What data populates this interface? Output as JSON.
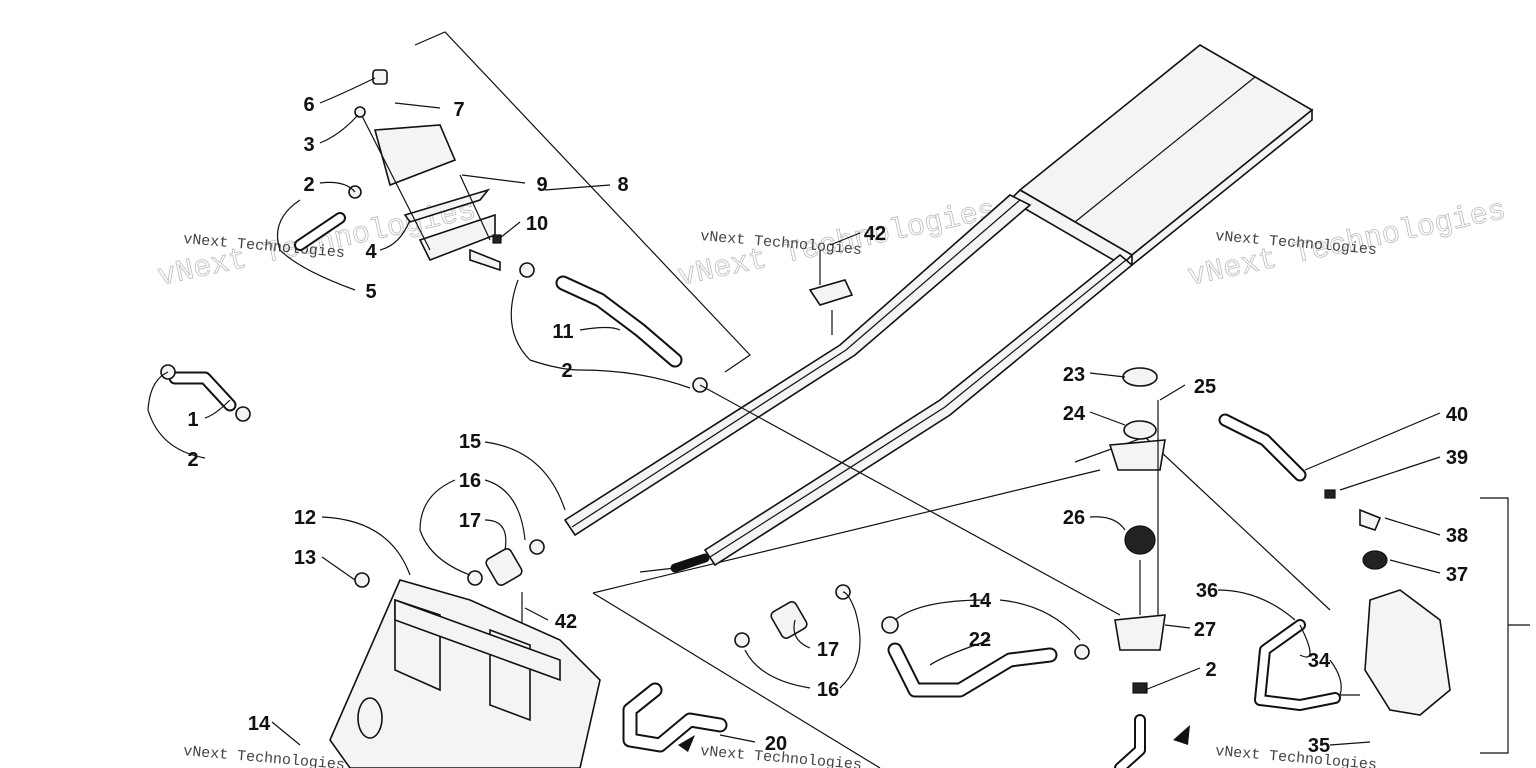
{
  "diagram": {
    "watermark": "vNext Technologies",
    "callouts": [
      {
        "id": "c6",
        "label": "6"
      },
      {
        "id": "c7",
        "label": "7"
      },
      {
        "id": "c3",
        "label": "3"
      },
      {
        "id": "c2a",
        "label": "2"
      },
      {
        "id": "c9",
        "label": "9"
      },
      {
        "id": "c8",
        "label": "8"
      },
      {
        "id": "c10",
        "label": "10"
      },
      {
        "id": "c4",
        "label": "4"
      },
      {
        "id": "c5",
        "label": "5"
      },
      {
        "id": "c42a",
        "label": "42"
      },
      {
        "id": "c11",
        "label": "11"
      },
      {
        "id": "c2b",
        "label": "2"
      },
      {
        "id": "c1",
        "label": "1"
      },
      {
        "id": "c2c",
        "label": "2"
      },
      {
        "id": "c15",
        "label": "15"
      },
      {
        "id": "c16a",
        "label": "16"
      },
      {
        "id": "c17a",
        "label": "17"
      },
      {
        "id": "c12",
        "label": "12"
      },
      {
        "id": "c13",
        "label": "13"
      },
      {
        "id": "c42b",
        "label": "42"
      },
      {
        "id": "c14a",
        "label": "14"
      },
      {
        "id": "c20",
        "label": "20"
      },
      {
        "id": "c23",
        "label": "23"
      },
      {
        "id": "c25",
        "label": "25"
      },
      {
        "id": "c24",
        "label": "24"
      },
      {
        "id": "c40",
        "label": "40"
      },
      {
        "id": "c39",
        "label": "39"
      },
      {
        "id": "c26",
        "label": "26"
      },
      {
        "id": "c38",
        "label": "38"
      },
      {
        "id": "c37",
        "label": "37"
      },
      {
        "id": "c36",
        "label": "36"
      },
      {
        "id": "c14b",
        "label": "14"
      },
      {
        "id": "c27",
        "label": "27"
      },
      {
        "id": "c22",
        "label": "22"
      },
      {
        "id": "c17b",
        "label": "17"
      },
      {
        "id": "c16b",
        "label": "16"
      },
      {
        "id": "c2d",
        "label": "2"
      },
      {
        "id": "c34",
        "label": "34"
      },
      {
        "id": "c35",
        "label": "35"
      }
    ]
  }
}
